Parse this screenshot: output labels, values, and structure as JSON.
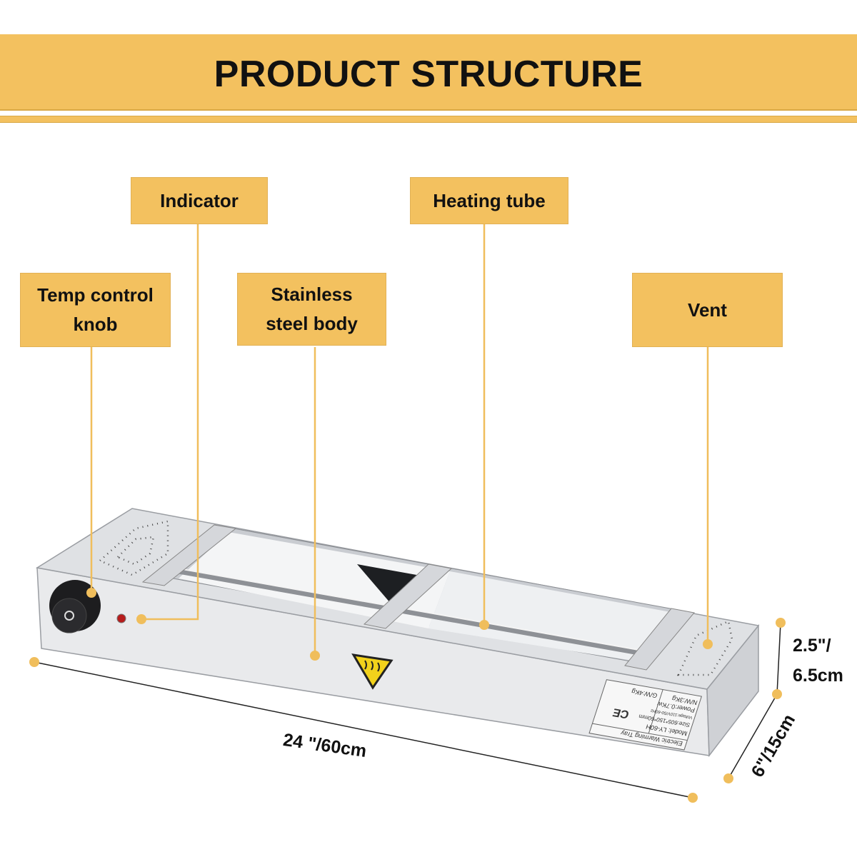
{
  "header": {
    "title": "PRODUCT STRUCTURE"
  },
  "callouts": {
    "indicator": "Indicator",
    "heating_tube": "Heating tube",
    "temp_control_knob": "Temp control knob",
    "stainless_steel_body": "Stainless steel body",
    "vent": "Vent"
  },
  "dimensions": {
    "length": "24 \"/60cm",
    "height_line1": "2.5\"/",
    "height_line2": "6.5cm",
    "depth": "6\"/15cm"
  },
  "rating_plate": {
    "line1": "Electric Warming Tray",
    "line2": "Model: LY-60H",
    "line3": "Size:605*150*60mm",
    "line4": "Voltage:110V/50-60Hz",
    "line5": "Power:0.7Kw",
    "line6": "N/W:3Kg",
    "line7": "G/W:4Kg",
    "mark": "CE"
  },
  "colors": {
    "accent": "#f3c15f",
    "callout_line": "#f0be5c",
    "text": "#111111"
  }
}
